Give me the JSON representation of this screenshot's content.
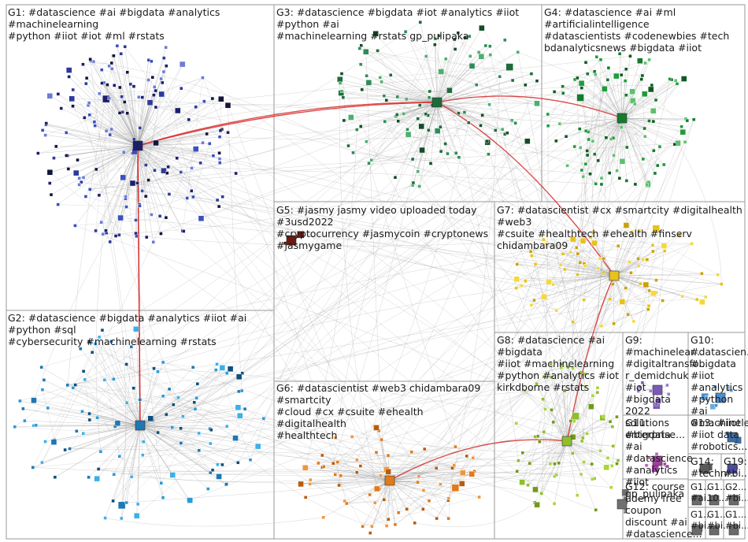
{
  "graph": {
    "background": "#ffffff",
    "border_color": "#9a9a9a",
    "edge_color": "#9e9e9e",
    "cross_edge_color": "#d42020",
    "groups": [
      {
        "id": "G1",
        "label": "G1: #datascience #ai #bigdata #analytics #machinelearning\n#python #iiot #iot #ml #rstats",
        "node_colors": [
          "#1b1f6b",
          "#2c3a9a",
          "#3b4fbf",
          "#121438",
          "#6a7bd8"
        ]
      },
      {
        "id": "G2",
        "label": "G2: #datascience #bigdata #analytics #iiot #ai #python #sql\n#cybersecurity #machinelearning #rstats",
        "node_colors": [
          "#1f77b4",
          "#2a9ad8",
          "#0f4d7a",
          "#3cb0e8"
        ]
      },
      {
        "id": "G3",
        "label": "G3: #datascience #bigdata #iot #analytics #iiot #python #ai\n#machinelearning #rstats gp_pulipaka",
        "node_colors": [
          "#1e6b3a",
          "#2e8b57",
          "#134d28",
          "#4caf70"
        ]
      },
      {
        "id": "G4",
        "label": "G4: #datascience #ai #ml #artificialintelligence\n#datascientists #codenewbies #tech\nbdanalyticsnews #bigdata #iiot",
        "node_colors": [
          "#157a2e",
          "#1f9c3c",
          "#0c5a20",
          "#5cc06e"
        ]
      },
      {
        "id": "G5",
        "label": "G5: #jasmy jasmy video uploaded today #3usd2022\n#cryptocurrency #jasmycoin #cryptonews\n#jasmygame",
        "node_colors": [
          "#6b1a12",
          "#8c2a1f"
        ]
      },
      {
        "id": "G6",
        "label": "G6: #datascientist #web3 chidambara09 #smartcity\n#cloud #cx #csuite #ehealth #digitalhealth\n#healthtech",
        "node_colors": [
          "#e07b1a",
          "#f0963a",
          "#b85c0c"
        ]
      },
      {
        "id": "G7",
        "label": "G7: #datascientist #cx #smartcity #digitalhealth #web3\n#csuite #healthtech #ehealth #finserv chidambara09",
        "node_colors": [
          "#e8c21a",
          "#f5d840",
          "#c9a10c"
        ]
      },
      {
        "id": "G8",
        "label": "G8: #datascience #ai #bigdata\n#iiot #machinelearning\n#python #analytics #iot\nkirkdborne #rstats",
        "node_colors": [
          "#8fbf2a",
          "#a8d63a",
          "#6f9a1a"
        ]
      },
      {
        "id": "G9",
        "label": "G9:\n#machinelear...\n#digitaltransfo...\nr_demidchuk\n#iot #bigdata\n2022 solutions\nenterprise...",
        "node_colors": [
          "#7a5ab8",
          "#9b7ad0"
        ]
      },
      {
        "id": "G10",
        "label": "G10:\n#datascien...\n#bigdata\n#iiot\n#analytics\n#python #ai\n#machinele...",
        "node_colors": [
          "#4a8fd0",
          "#6aa9e0"
        ]
      },
      {
        "id": "G11",
        "label": "G11: #bigdata\n#ai\n#datascience\n#analytics #iiot\ngp_pulipaka",
        "node_colors": [
          "#a040a0",
          "#c060c0"
        ]
      },
      {
        "id": "G12",
        "label": "G12: course\nudemy free\ncoupon\ndiscount #ai\n#datascience...",
        "node_colors": [
          "#707070",
          "#909090"
        ]
      },
      {
        "id": "G13",
        "label": "G13: #iiot\n#iiot data\n#robotics...",
        "node_colors": [
          "#3a6ea5"
        ]
      },
      {
        "id": "G14",
        "label": "G14:\n#techn...",
        "node_colors": [
          "#5a5a5a"
        ]
      },
      {
        "id": "G19",
        "label": "G19:\n#bi...",
        "node_colors": [
          "#4d4d9a"
        ]
      },
      {
        "id": "G15",
        "label": "G1...\n#ai...",
        "node_colors": [
          "#6a6a6a"
        ]
      },
      {
        "id": "G16",
        "label": "G1...\n10...",
        "node_colors": [
          "#6a6a6a"
        ]
      },
      {
        "id": "G17",
        "label": "G2...\n#bi...",
        "node_colors": [
          "#6a6a6a"
        ]
      },
      {
        "id": "G18",
        "label": "G1...\n#bi...",
        "node_colors": [
          "#6a6a6a"
        ]
      },
      {
        "id": "G20",
        "label": "G1...\n#bi...",
        "node_colors": [
          "#6a6a6a"
        ]
      },
      {
        "id": "G21",
        "label": "G1...\n#bi...",
        "node_colors": [
          "#6a6a6a"
        ]
      }
    ]
  }
}
